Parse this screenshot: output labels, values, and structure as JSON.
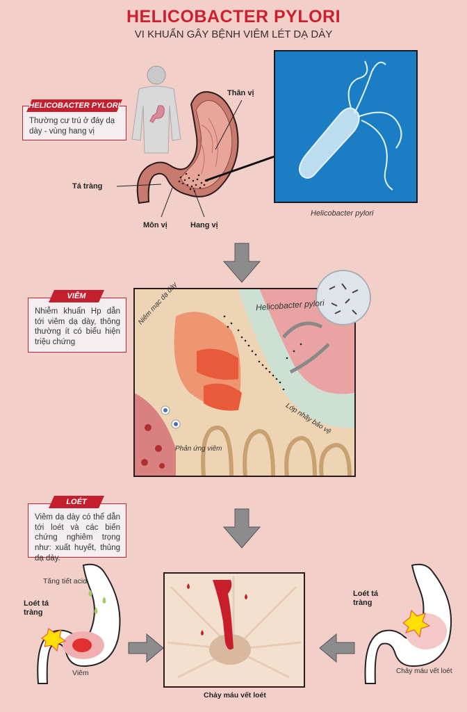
{
  "header": {
    "title": "HELICOBACTER PYLORI",
    "subtitle": "VI KHUẨN GÂY BỆNH VIÊM LÉT DẠ DÀY"
  },
  "section1": {
    "tag": "HELICOBACTER PYLORI",
    "text": "Thường cư trú ở đáy dạ dày - vùng hang vị",
    "labels": {
      "than_vi": "Thân vị",
      "ta_trang": "Tá tràng",
      "mon_vi": "Môn vị",
      "hang_vi": "Hang vị"
    },
    "photo_caption": "Helicobacter pylori"
  },
  "section2": {
    "tag": "VIÊM",
    "text": "Nhiễm khuẩn Hp dẫn tới viêm dạ dày, thông thường ít có biểu hiện triệu chứng",
    "labels": {
      "niem_mac": "Niêm mạc dạ dày",
      "bacteria": "Helicobacter pylori",
      "lop_nhay": "Lớp nhầy bảo vệ",
      "phan_ung": "Phản ứng viêm"
    }
  },
  "section3": {
    "tag": "LOÉT",
    "text": "Viêm dạ dày có thể dẫn tới loét và các biến chứng nghiêm trọng như: xuất huyết, thủng dạ dày.",
    "labels": {
      "tang_tiet": "Tăng tiết acid",
      "loet_left": "Loét tá tràng",
      "viem": "Viêm",
      "loet_right": "Loét tá tràng",
      "chay_mau_right": "Chảy máu vết loét",
      "chay_mau_center": "Chảy máu vết loét"
    }
  },
  "colors": {
    "background": "#f2cfc8",
    "accent": "#c41f2f",
    "arrow": "#8c8c8c",
    "photo_blue": "#1b7ec4"
  }
}
